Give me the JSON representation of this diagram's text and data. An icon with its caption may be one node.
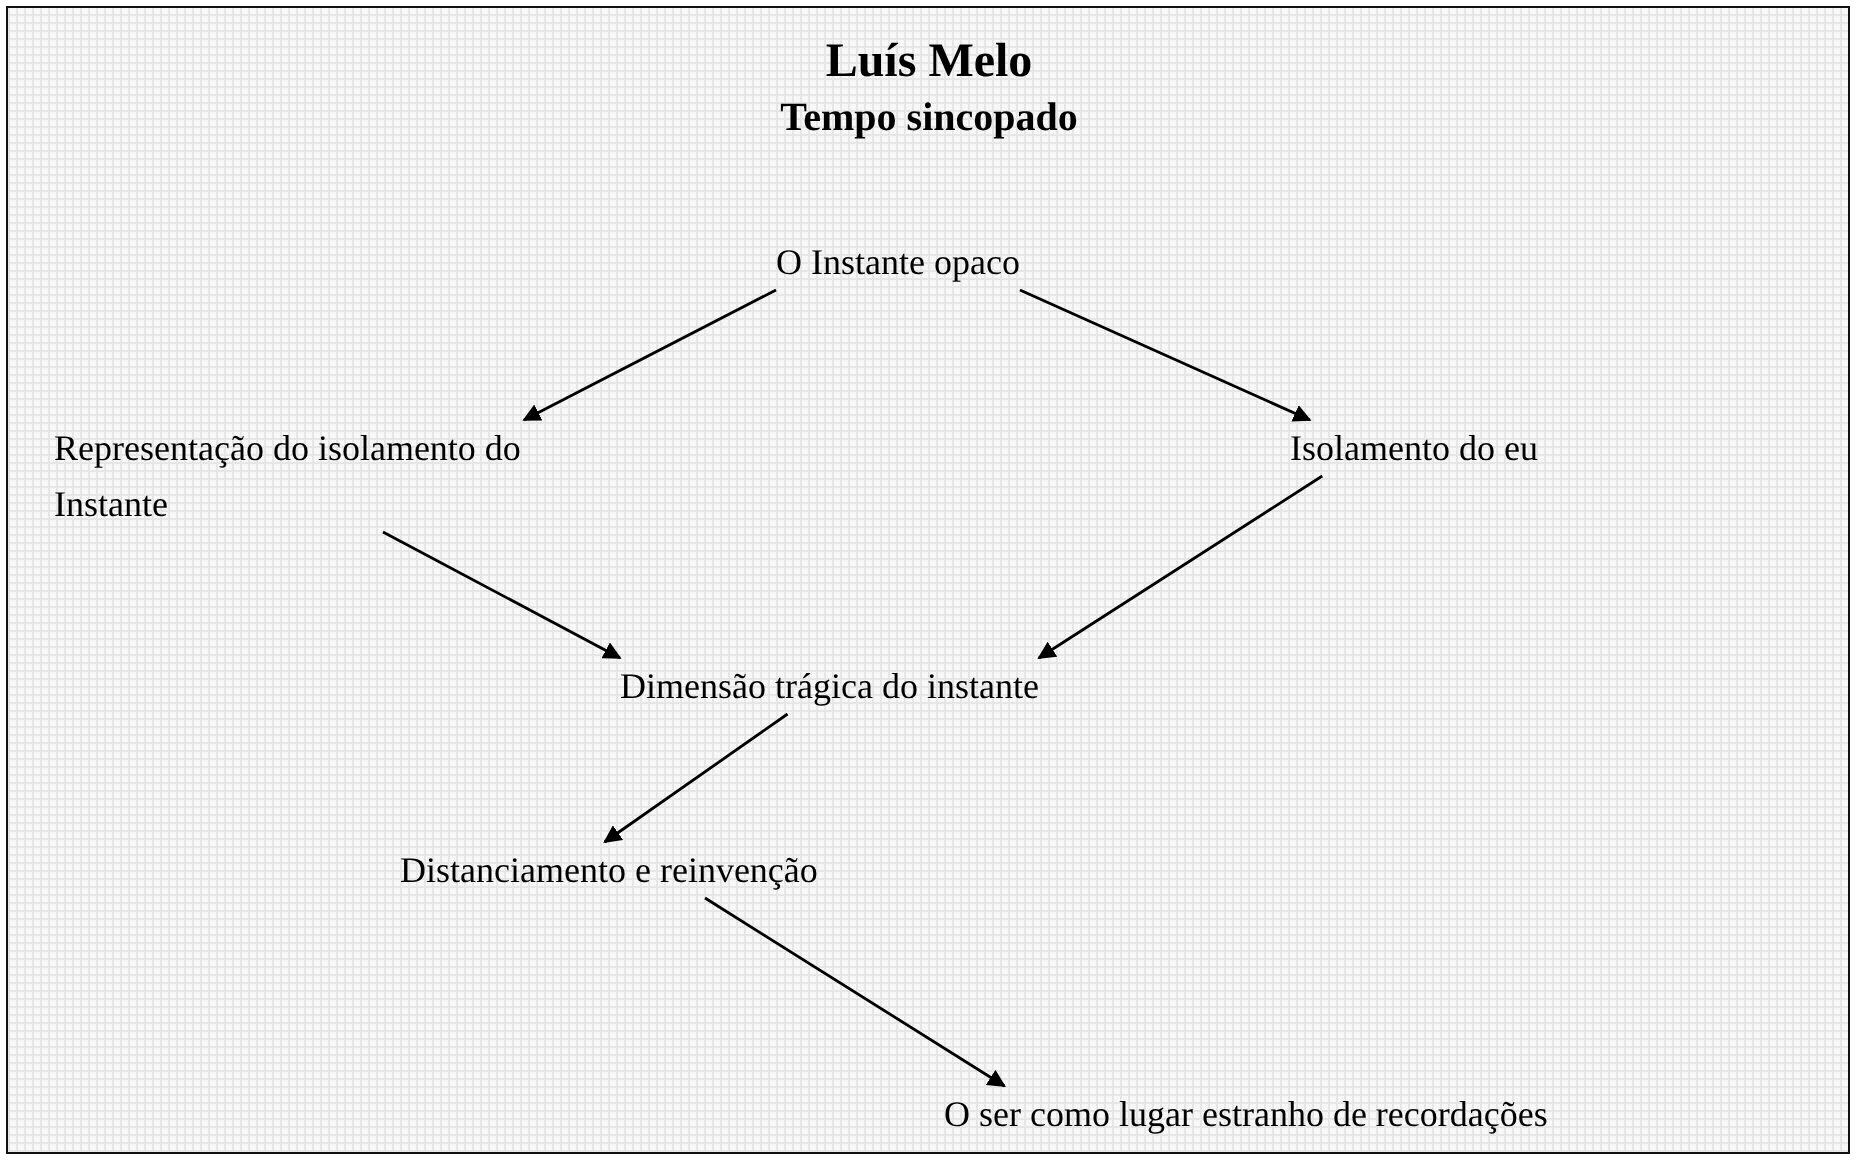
{
  "diagram": {
    "title": "Luís Melo",
    "nodes": [
      {
        "text": [
          "O Instante opaco"
        ]
      },
      {
        "text": [
          "Representação do isolamento do Instante"
        ]
      },
      {
        "text": [
          "Isolamento do eu"
        ]
      },
      {
        "text": [
          "Dimensão trágica do instante"
        ]
      },
      {
        "text": [
          "Distanciamento e reinvenção"
        ]
      },
      {
        "text": [
          "O ser como lugar estranho de recordações"
        ]
      }
    ],
    "edges": [
      {
        "from": 0,
        "to": 1,
        "arrow": "to"
      },
      {
        "from": 0,
        "to": 2,
        "arrow": "to"
      },
      {
        "from": 1,
        "to": 3,
        "arrow": "to"
      },
      {
        "from": 2,
        "to": 3,
        "arrow": "to"
      },
      {
        "from": 3,
        "to": 4,
        "arrow": "to"
      },
      {
        "from": 4,
        "to": 5,
        "arrow": "to"
      }
    ],
    "labels": [
      "Tempo sincopado"
    ]
  }
}
